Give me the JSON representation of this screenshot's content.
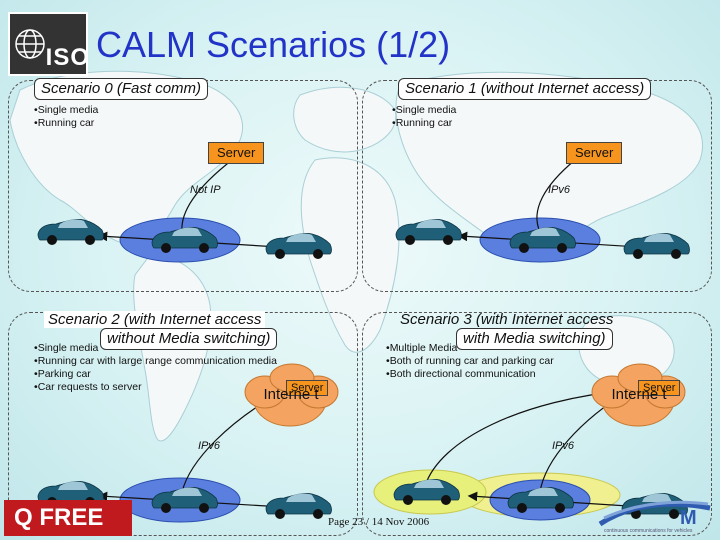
{
  "title": "CALM Scenarios (1/2)",
  "logo": {
    "text": "ISO"
  },
  "scenarios": [
    {
      "label": "Scenario 0 (Fast comm)",
      "bullets": [
        "Single media",
        "Running car"
      ],
      "server": "Server",
      "link": "Not IP"
    },
    {
      "label": "Scenario 1 (without Internet access)",
      "bullets": [
        "Single media",
        "Running car"
      ],
      "server": "Server",
      "link": "IPv6"
    },
    {
      "label_line1": "Scenario 2 (with Internet access",
      "label_line2": "without Media switching)",
      "bullets": [
        "Single media",
        "Running car with large range communication media",
        "Parking car",
        "Car requests to server"
      ],
      "cloud": "Interne t",
      "server": "Server",
      "link": "IPv6"
    },
    {
      "label_line1": "Scenario 3 (with Internet access",
      "label_line2": "with Media switching)",
      "bullets": [
        "Multiple Media",
        "Both of running car and parking car",
        "Both directional communication"
      ],
      "cloud": "Interne t",
      "server": "Server",
      "link": "IPv6"
    }
  ],
  "footer": "Page 23 / 14 Nov 2006",
  "bottom_left_logo": "Q FREE",
  "bottom_right_logo": "continuous communications for vehicles",
  "colors": {
    "title": "#2233c8",
    "server": "#f7941d",
    "cloud": "#f4a460",
    "car": "#1f5f78"
  }
}
